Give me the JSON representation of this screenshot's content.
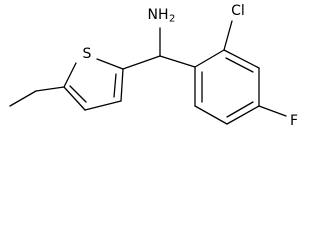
{
  "molecule": {
    "atoms": {
      "sulfur": "S",
      "amine": "NH",
      "amine_subscript": "2",
      "chlorine": "Cl",
      "fluorine": "F"
    }
  }
}
